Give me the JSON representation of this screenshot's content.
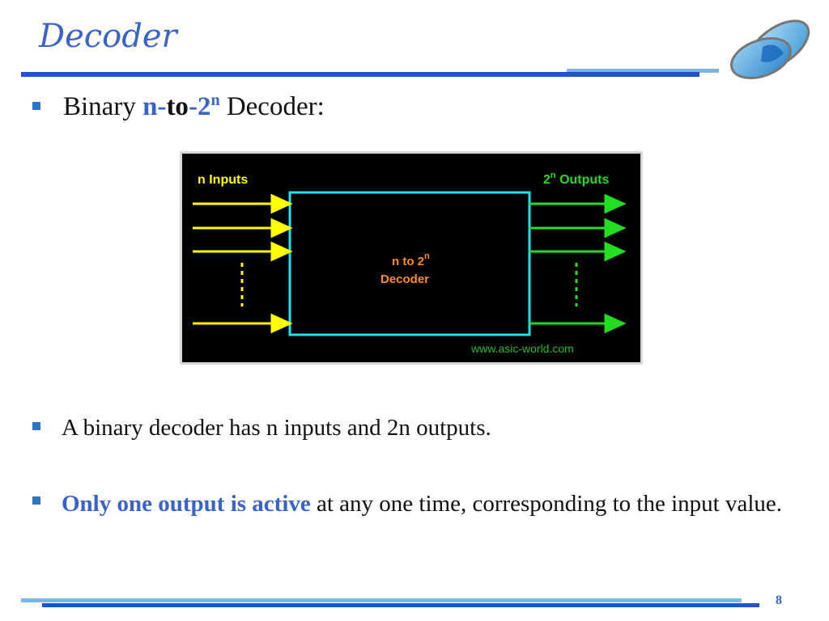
{
  "slide": {
    "title": "Decoder",
    "page_number": "8"
  },
  "bullet1": {
    "prefix": "Binary ",
    "n": "n",
    "dash1": "-",
    "to": "to",
    "dash2": "-",
    "two": "2",
    "exp": "n",
    "suffix": " Decoder:"
  },
  "figure": {
    "inputs_label": "n Inputs",
    "outputs_label_base": "2",
    "outputs_label_exp": "n",
    "outputs_label_rest": " Outputs",
    "box_line1_base": "n to 2",
    "box_line1_exp": "n",
    "box_line2": "Decoder",
    "watermark": "www.asic-world.com",
    "colors": {
      "background": "#000000",
      "input_arrows": "#ffff00",
      "output_arrows": "#22dd22",
      "box": "#22e0ee",
      "box_text": "#ff8c1a",
      "watermark": "#1fbf1f"
    }
  },
  "bullet2": {
    "text": "A binary decoder has n inputs and 2n outputs."
  },
  "bullet3": {
    "highlight": "Only one output is active",
    "rest": " at any one time, corresponding to the input value."
  },
  "colors": {
    "accent": "#3a63c8",
    "rule_dark": "#1f55c9",
    "rule_light": "#79b6ea"
  }
}
